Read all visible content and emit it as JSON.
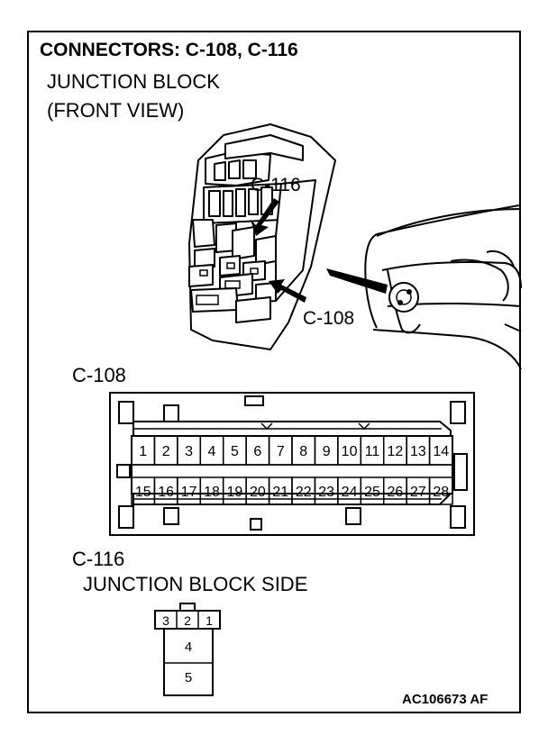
{
  "title": "CONNECTORS: C-108, C-116",
  "view_label_line1": "JUNCTION BLOCK",
  "view_label_line2": "(FRONT VIEW)",
  "callouts": {
    "c116": "C-116",
    "c108": "C-108"
  },
  "connector_c108": {
    "label": "C-108",
    "top_row_pins": [
      "1",
      "2",
      "3",
      "4",
      "5",
      "6",
      "7",
      "8",
      "9",
      "10",
      "11",
      "12",
      "13",
      "14"
    ],
    "bottom_row_pins": [
      "15",
      "16",
      "17",
      "18",
      "19",
      "20",
      "21",
      "22",
      "23",
      "24",
      "25",
      "26",
      "27",
      "28"
    ]
  },
  "connector_c116": {
    "label": "C-116",
    "side_label": "JUNCTION BLOCK SIDE",
    "top_row_pins": [
      "3",
      "2",
      "1"
    ],
    "lower_pins": [
      "4",
      "5"
    ]
  },
  "figure_id": "AC106673 AF"
}
